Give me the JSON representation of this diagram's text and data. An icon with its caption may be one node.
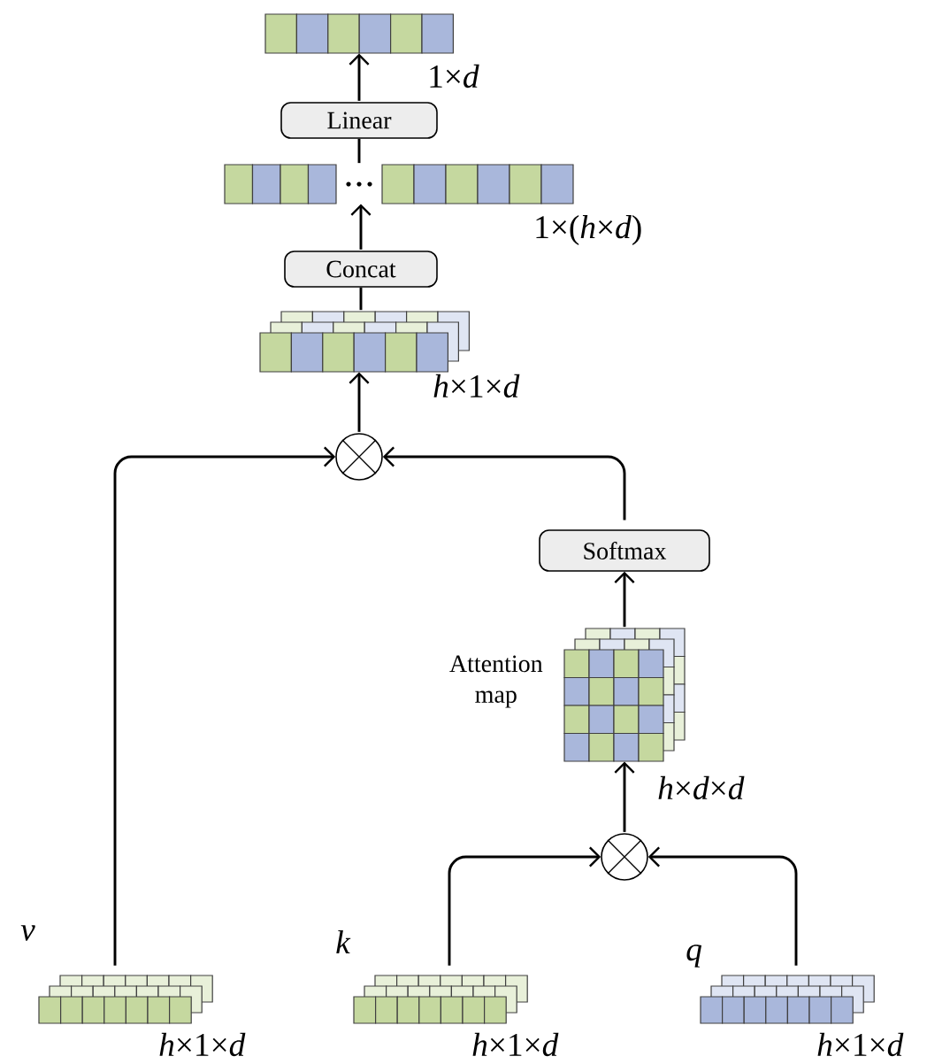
{
  "diagram": {
    "nodes": [
      {
        "text": [],
        "shape": "bar",
        "beside": [
          "1×*d*"
        ]
      },
      {
        "text": [
          "Linear"
        ]
      },
      {
        "text": [],
        "shape": "bar",
        "beside": [
          "1×(*h*×*d*)"
        ]
      },
      {
        "text": [
          "Concat"
        ]
      },
      {
        "text": [],
        "shape": "bar",
        "beside": [
          "*h*×1×*d*"
        ]
      },
      {
        "text": [],
        "shape": "circle"
      },
      {
        "text": [
          "Softmax"
        ]
      },
      {
        "text": [],
        "shape": "box",
        "beside": [
          "Attention map",
          "*h*×*d*×*d*"
        ]
      },
      {
        "text": [],
        "shape": "circle"
      },
      {
        "text": [],
        "shape": "bar",
        "beside": [
          "v",
          "*h*×1×*d*"
        ]
      },
      {
        "text": [],
        "shape": "bar",
        "beside": [
          "k",
          "*h*×1×*d*"
        ]
      },
      {
        "text": [],
        "shape": "bar",
        "beside": [
          "q",
          "*h*×1×*d*"
        ]
      }
    ],
    "edges": [
      {
        "from": 1,
        "to": 0,
        "arrow": "to"
      },
      {
        "from": 2,
        "to": 1,
        "arrow": "none"
      },
      {
        "from": 3,
        "to": 2,
        "arrow": "to"
      },
      {
        "from": 4,
        "to": 3,
        "arrow": "none"
      },
      {
        "from": 5,
        "to": 4,
        "arrow": "to"
      },
      {
        "from": 9,
        "to": 5,
        "arrow": "to"
      },
      {
        "from": 6,
        "to": 5,
        "arrow": "to"
      },
      {
        "from": 7,
        "to": 6,
        "arrow": "to"
      },
      {
        "from": 8,
        "to": 7,
        "arrow": "to"
      },
      {
        "from": 10,
        "to": 8,
        "arrow": "to"
      },
      {
        "from": 11,
        "to": 8,
        "arrow": "to"
      }
    ]
  }
}
